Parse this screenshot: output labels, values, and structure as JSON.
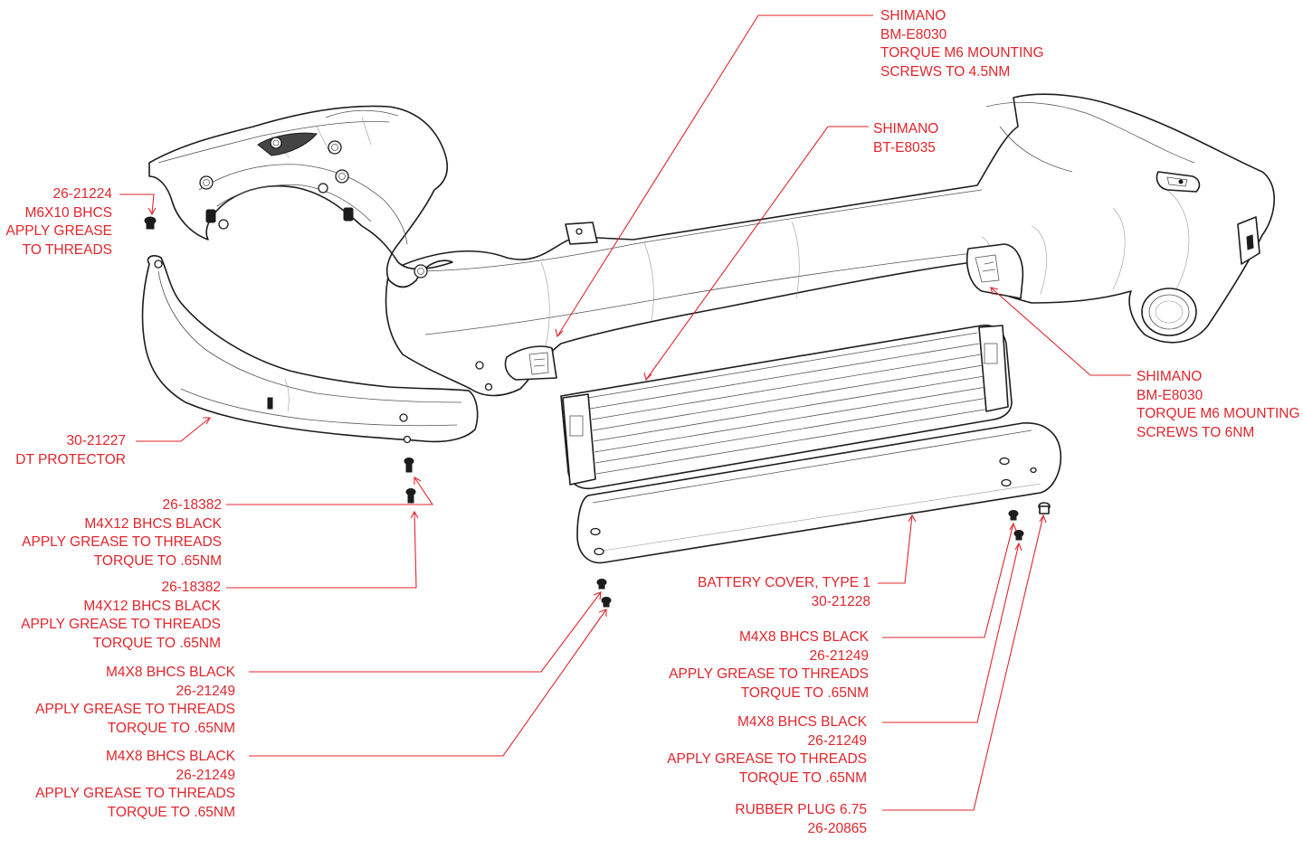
{
  "callouts": {
    "top_mount": [
      "SHIMANO",
      "BM-E8030",
      "TORQUE M6 MOUNTING",
      "SCREWS TO 4.5NM"
    ],
    "battery": [
      "SHIMANO",
      "BT-E8035"
    ],
    "rear_mount": [
      "SHIMANO",
      "BM-E8030",
      "TORQUE M6 MOUNTING",
      "SCREWS TO 6NM"
    ],
    "m6_bolt": [
      "26-21224",
      "M6X10 BHCS",
      "APPLY GREASE",
      "TO THREADS"
    ],
    "dt_protector": [
      "30-21227",
      "DT PROTECTOR"
    ],
    "m4x12_a": [
      "26-18382",
      "M4X12 BHCS BLACK",
      "APPLY GREASE TO THREADS",
      "TORQUE TO .65NM"
    ],
    "m4x12_b": [
      "26-18382",
      "M4X12 BHCS BLACK",
      "APPLY GREASE TO THREADS",
      "TORQUE TO .65NM"
    ],
    "m4x8_left_a": [
      "M4X8 BHCS BLACK",
      "26-21249",
      "APPLY GREASE TO THREADS",
      "TORQUE TO .65NM"
    ],
    "m4x8_left_b": [
      "M4X8 BHCS BLACK",
      "26-21249",
      "APPLY GREASE TO THREADS",
      "TORQUE TO .65NM"
    ],
    "battery_cover": [
      "BATTERY COVER, TYPE 1",
      "30-21228"
    ],
    "m4x8_right_a": [
      "M4X8 BHCS BLACK",
      "26-21249",
      "APPLY GREASE TO THREADS",
      "TORQUE TO .65NM"
    ],
    "m4x8_right_b": [
      "M4X8 BHCS BLACK",
      "26-21249",
      "APPLY GREASE TO THREADS",
      "TORQUE TO .65NM"
    ],
    "rubber_plug": [
      "RUBBER PLUG 6.75",
      "26-20865"
    ]
  },
  "colors": {
    "callout_red": "#e0262c",
    "line_black": "#1c1c1c",
    "background": "#ffffff"
  }
}
